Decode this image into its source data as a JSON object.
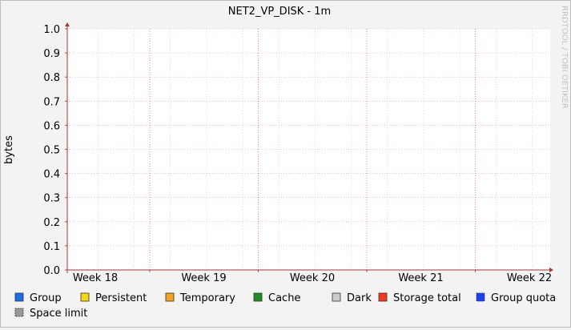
{
  "chart_data": {
    "type": "area",
    "title": "NET2_VP_DISK - 1m",
    "ylabel": "bytes",
    "xlabel": "",
    "watermark": "RRDTOOL / TOBI OETIKER",
    "ylim": [
      0,
      1
    ],
    "yticks": [
      "0.0",
      "0.1",
      "0.2",
      "0.3",
      "0.4",
      "0.5",
      "0.6",
      "0.7",
      "0.8",
      "0.9",
      "1.0"
    ],
    "categories": [
      "Week 18",
      "Week 19",
      "Week 20",
      "Week 21",
      "Week 22"
    ],
    "grid": true,
    "legend_position": "bottom",
    "series": [
      {
        "name": "Group",
        "color": "#1a6fe8",
        "values": []
      },
      {
        "name": "Persistent",
        "color": "#f5d718",
        "values": []
      },
      {
        "name": "Temporary",
        "color": "#f5a31c",
        "values": []
      },
      {
        "name": "Cache",
        "color": "#1f8e24",
        "values": []
      },
      {
        "name": "Dark",
        "color": "#cccccc",
        "values": []
      },
      {
        "name": "Storage total",
        "color": "#f53a1a",
        "values": []
      },
      {
        "name": "Group quota",
        "color": "#1a3ff5",
        "values": []
      },
      {
        "name": "Space limit",
        "color": "#999999",
        "values": []
      }
    ]
  }
}
